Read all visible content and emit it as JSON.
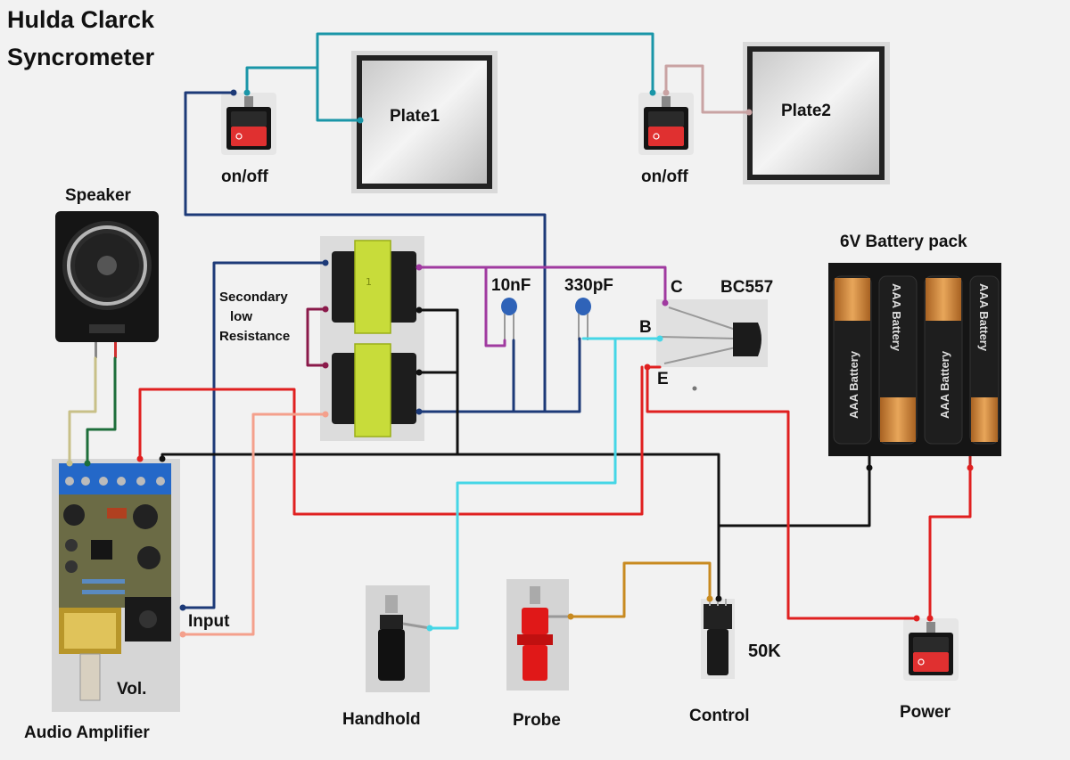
{
  "title": {
    "line1": "Hulda Clarck",
    "line2": "Syncrometer"
  },
  "labels": {
    "plate1": "Plate1",
    "plate2": "Plate2",
    "switch_left": "on/off",
    "switch_right": "on/off",
    "speaker": "Speaker",
    "secondary_line1": "Secondary",
    "secondary_line2": "low",
    "secondary_line3": "Resistance",
    "cap_10nf": "10nF",
    "cap_330pf": "330pF",
    "transistor": "BC557",
    "pin_c": "C",
    "pin_b": "B",
    "pin_e": "E",
    "battery_pack": "6V Battery pack",
    "battery_cell": "AAA Battery",
    "input": "Input",
    "vol": "Vol.",
    "audio_amplifier": "Audio Amplifier",
    "handhold": "Handhold",
    "probe": "Probe",
    "control": "Control",
    "pot_value": "50K",
    "power": "Power"
  },
  "colors": {
    "wire_teal": "#1a96a8",
    "wire_pink": "#c9a3a3",
    "wire_navy": "#1d3a78",
    "wire_purple": "#a03aa0",
    "wire_black": "#111111",
    "wire_red": "#e02020",
    "wire_cyan": "#45d6e6",
    "wire_salmon": "#f4a08c",
    "wire_khaki": "#c8c088",
    "wire_green": "#1d6e3a",
    "wire_orange": "#c88a20",
    "transformer_core": "#c8dc3a",
    "battery_copper": "#d08a3a"
  }
}
